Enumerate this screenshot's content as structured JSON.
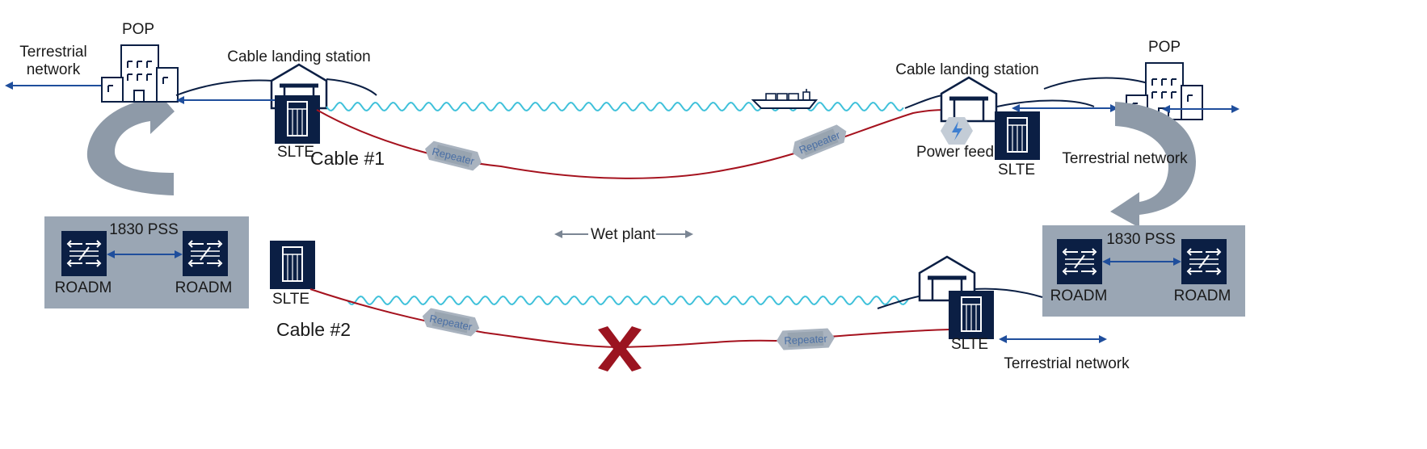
{
  "labels": {
    "terrestrial_left_1": "Terrestrial",
    "terrestrial_left_2": "network",
    "pop_left": "POP",
    "pop_right": "POP",
    "cls_left": "Cable landing station",
    "cls_right": "Cable landing station",
    "slte_c1_left": "SLTE",
    "slte_c1_right": "SLTE",
    "slte_c2_left": "SLTE",
    "slte_c2_right": "SLTE",
    "cable1": "Cable #1",
    "cable2": "Cable #2",
    "power_feed": "Power feed",
    "terrestrial_right_top": "Terrestrial network",
    "terrestrial_right_bottom": "Terrestrial network",
    "wet_plant": "Wet plant",
    "pss_left_title": "1830 PSS",
    "pss_right_title": "1830 PSS",
    "roadm_l1": "ROADM",
    "roadm_l2": "ROADM",
    "roadm_r1": "ROADM",
    "roadm_r2": "ROADM",
    "repeater_1": "Repeater",
    "repeater_2": "Repeater",
    "repeater_3": "Repeater",
    "repeater_4": "Repeater"
  },
  "colors": {
    "navy": "#0b1f44",
    "arrow_blue": "#1f4e9c",
    "cable_red": "#a5121e",
    "wave_cyan": "#3fc1da",
    "panel_gray": "#9aa6b4",
    "curve_arrow": "#8e9aa8",
    "repeater_gray": "#a9b3bf",
    "fault_red": "#9b1420"
  },
  "icons": [
    "building-icon",
    "landing-station-icon",
    "slte-rack-icon",
    "roadm-icon",
    "ship-icon",
    "power-feed-icon",
    "fault-x-icon"
  ]
}
